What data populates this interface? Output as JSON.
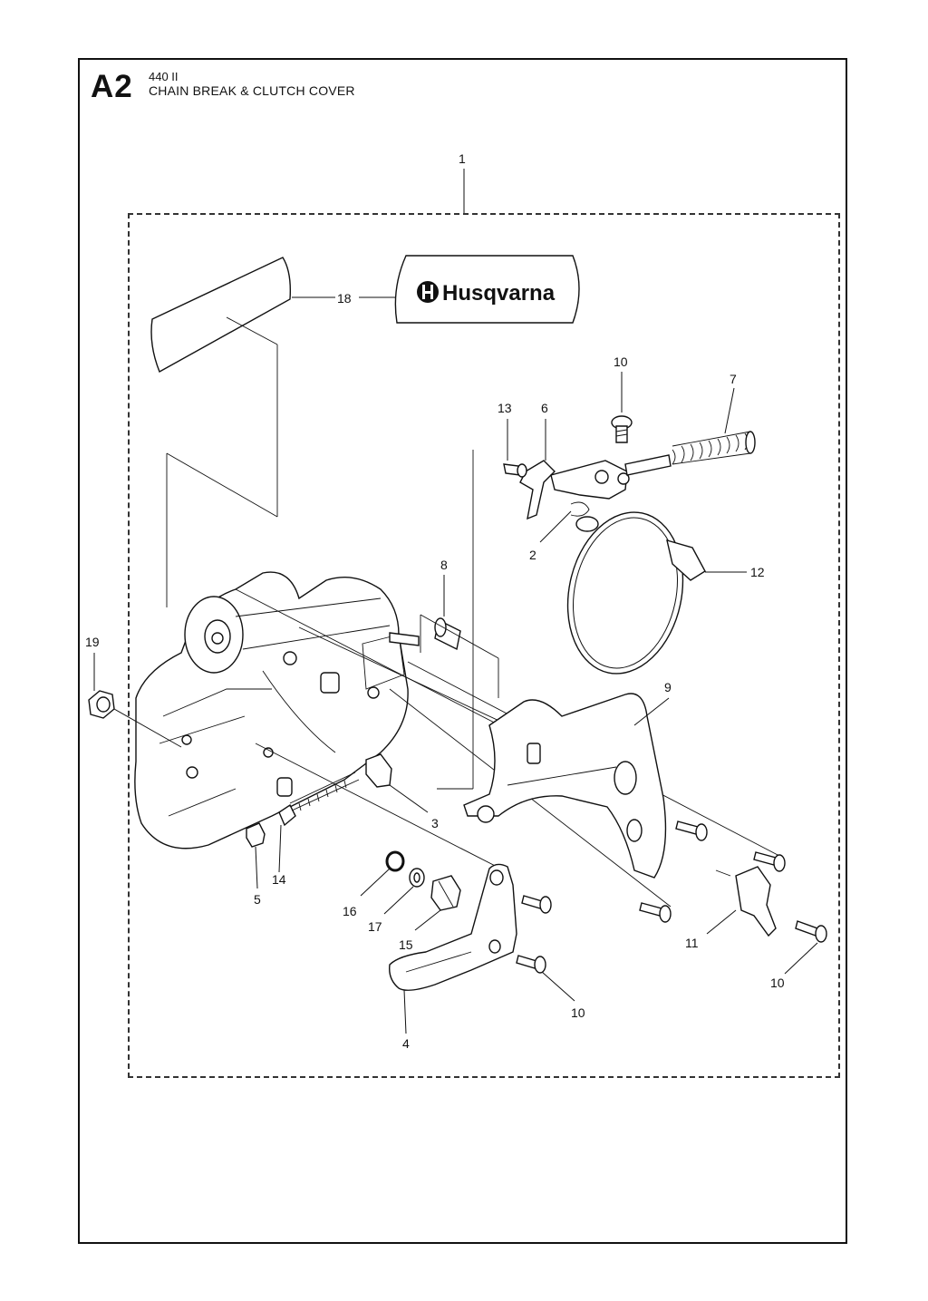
{
  "header": {
    "section_code": "A2",
    "model": "440 II",
    "title": "CHAIN BREAK & CLUTCH COVER"
  },
  "decal": {
    "brand_text": "Husqvarna"
  },
  "callouts": [
    {
      "id": "c1",
      "label": "1"
    },
    {
      "id": "c18",
      "label": "18"
    },
    {
      "id": "c10a",
      "label": "10"
    },
    {
      "id": "c7",
      "label": "7"
    },
    {
      "id": "c13",
      "label": "13"
    },
    {
      "id": "c6",
      "label": "6"
    },
    {
      "id": "c2",
      "label": "2"
    },
    {
      "id": "c12",
      "label": "12"
    },
    {
      "id": "c8",
      "label": "8"
    },
    {
      "id": "c19",
      "label": "19"
    },
    {
      "id": "c9",
      "label": "9"
    },
    {
      "id": "c3",
      "label": "3"
    },
    {
      "id": "c14",
      "label": "14"
    },
    {
      "id": "c5",
      "label": "5"
    },
    {
      "id": "c16",
      "label": "16"
    },
    {
      "id": "c17",
      "label": "17"
    },
    {
      "id": "c15",
      "label": "15"
    },
    {
      "id": "c11",
      "label": "11"
    },
    {
      "id": "c10b",
      "label": "10"
    },
    {
      "id": "c10c",
      "label": "10"
    },
    {
      "id": "c4",
      "label": "4"
    }
  ]
}
